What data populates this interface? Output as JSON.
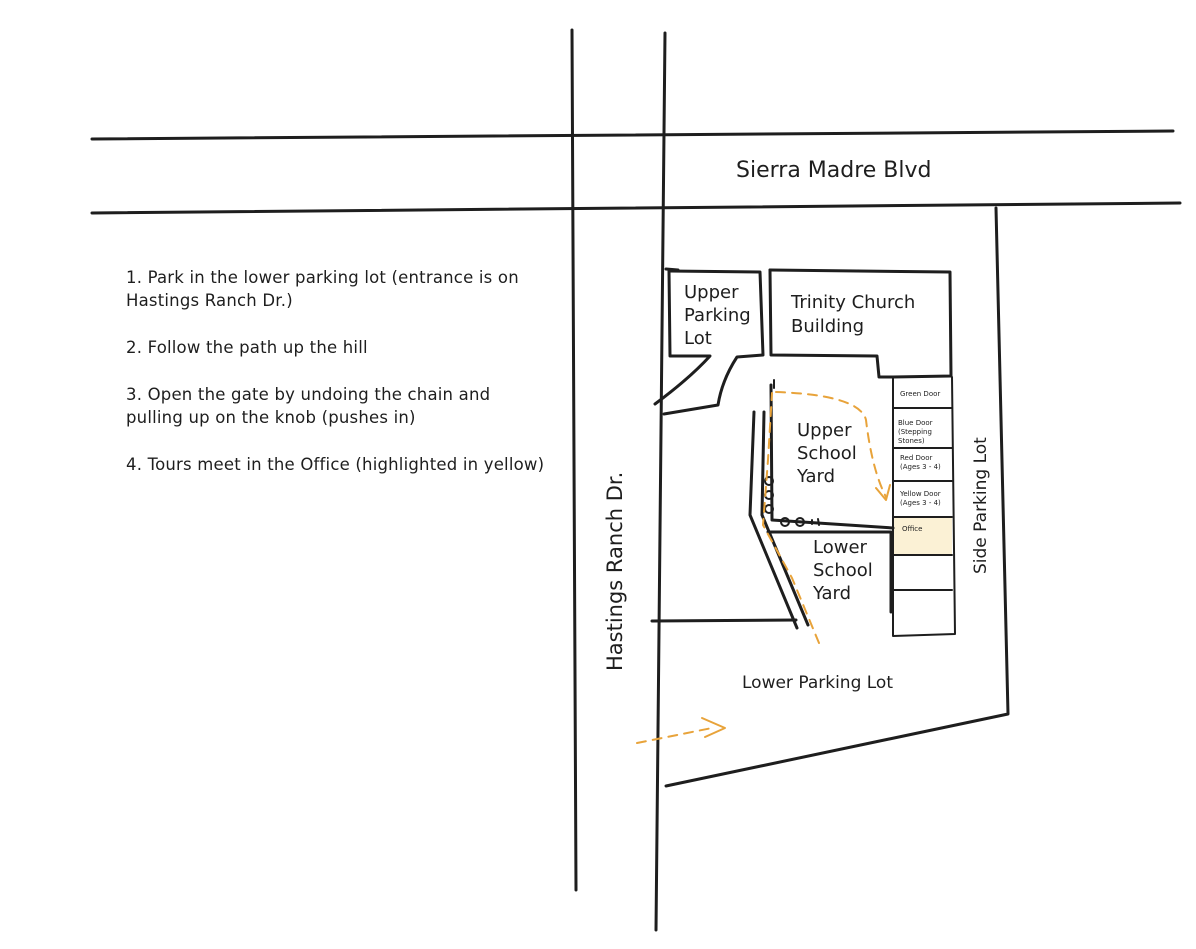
{
  "streets": {
    "sierra_madre": "Sierra Madre Blvd",
    "hastings_ranch": "Hastings Ranch Dr."
  },
  "areas": {
    "upper_parking": [
      "Upper",
      "Parking",
      "Lot"
    ],
    "church": [
      "Trinity Church",
      "Building"
    ],
    "upper_yard": [
      "Upper",
      "School",
      "Yard"
    ],
    "lower_yard": [
      "Lower",
      "School",
      "Yard"
    ],
    "lower_parking": "Lower Parking Lot",
    "side_parking": "Side Parking Lot"
  },
  "doors": {
    "green": "Green Door",
    "blue": [
      "Blue Door",
      "(Stepping",
      "Stones)"
    ],
    "red": [
      "Red Door",
      "(Ages 3 - 4)"
    ],
    "yellow": [
      "Yellow Door",
      "(Ages 3 - 4)"
    ],
    "office": "Office"
  },
  "instructions": [
    "1. Park in the lower parking lot (entrance is on Hastings Ranch Dr.)",
    "2. Follow the path up the hill",
    "3. Open the gate by undoing the chain and pulling up on the knob (pushes in)",
    "4. Tours meet in the Office (highlighted in yellow)"
  ],
  "colors": {
    "path": "#e8a33a",
    "office_highlight": "#fbf1d5",
    "ink": "#1e1e1e"
  }
}
